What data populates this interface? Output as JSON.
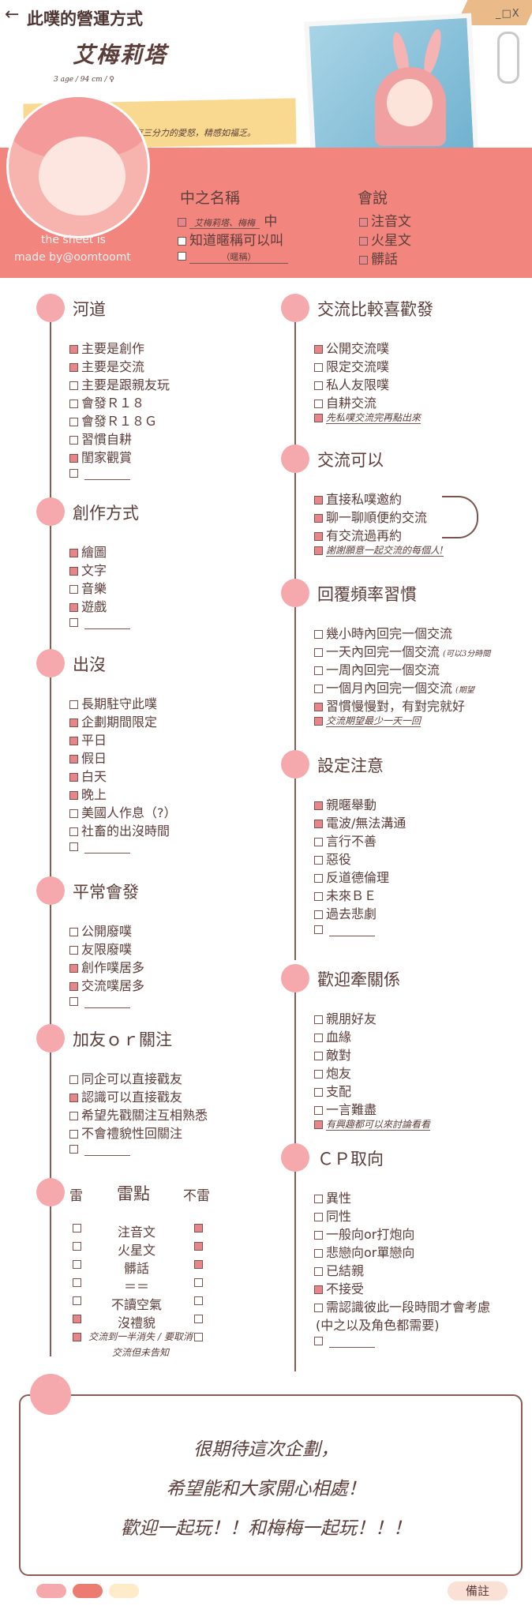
{
  "header": {
    "back": "←",
    "title": "此噗的營運方式",
    "window_controls": "_□X",
    "name": "艾梅莉塔",
    "stats": "3 age  /  94 cm  /  ♀",
    "note": "有三分力的愛怒，精感如福乏。"
  },
  "credit": {
    "line1": "the sheet is",
    "line2": "made by@oomtoomt"
  },
  "naming": {
    "title": "中之名稱",
    "options": [
      {
        "checked": true,
        "text": "艾梅莉塔、梅梅",
        "suffix": "中"
      },
      {
        "checked": false,
        "text": "知道暱稱可以叫"
      },
      {
        "checked": false,
        "text": "（暱稱）"
      }
    ]
  },
  "speech": {
    "title": "會說",
    "options": [
      {
        "checked": true,
        "text": "注音文"
      },
      {
        "checked": true,
        "text": "火星文"
      },
      {
        "checked": true,
        "text": "髒話"
      }
    ]
  },
  "sections_left": [
    {
      "title": "河道",
      "items": [
        {
          "c": true,
          "t": "主要是創作"
        },
        {
          "c": true,
          "t": "主要是交流"
        },
        {
          "c": false,
          "t": "主要是跟親友玩"
        },
        {
          "c": false,
          "t": "會發Ｒ１８"
        },
        {
          "c": false,
          "t": "會發Ｒ１８Ｇ"
        },
        {
          "c": false,
          "t": "習慣自耕"
        },
        {
          "c": true,
          "t": "閨家觀賞"
        },
        {
          "c": false,
          "t": ""
        }
      ]
    },
    {
      "title": "創作方式",
      "items": [
        {
          "c": true,
          "t": "繪圖"
        },
        {
          "c": true,
          "t": "文字"
        },
        {
          "c": false,
          "t": "音樂"
        },
        {
          "c": true,
          "t": "遊戲"
        },
        {
          "c": false,
          "t": ""
        }
      ]
    },
    {
      "title": "出沒",
      "items": [
        {
          "c": false,
          "t": "長期駐守此噗"
        },
        {
          "c": true,
          "t": "企劃期間限定"
        },
        {
          "c": true,
          "t": "平日"
        },
        {
          "c": true,
          "t": "假日"
        },
        {
          "c": true,
          "t": "白天"
        },
        {
          "c": true,
          "t": "晚上"
        },
        {
          "c": false,
          "t": "美國人作息（?）"
        },
        {
          "c": false,
          "t": "社畜的出沒時間"
        },
        {
          "c": false,
          "t": ""
        }
      ]
    },
    {
      "title": "平常會發",
      "items": [
        {
          "c": false,
          "t": "公開廢噗"
        },
        {
          "c": false,
          "t": "友限廢噗"
        },
        {
          "c": true,
          "t": "創作噗居多"
        },
        {
          "c": true,
          "t": "交流噗居多"
        },
        {
          "c": false,
          "t": ""
        }
      ]
    },
    {
      "title": "加友ｏｒ關注",
      "items": [
        {
          "c": false,
          "t": "同企可以直接戳友"
        },
        {
          "c": true,
          "t": "認識可以直接戳友"
        },
        {
          "c": false,
          "t": "希望先戳關注互相熟悉"
        },
        {
          "c": false,
          "t": "不會禮貌性回關注"
        },
        {
          "c": false,
          "t": ""
        }
      ]
    }
  ],
  "thunder": {
    "left_label": "雷",
    "title": "雷點",
    "right_label": "不雷",
    "rows": [
      {
        "l": false,
        "t": "注音文",
        "r": true
      },
      {
        "l": false,
        "t": "火星文",
        "r": true
      },
      {
        "l": false,
        "t": "髒話",
        "r": true
      },
      {
        "l": false,
        "t": "＝＝",
        "r": false
      },
      {
        "l": false,
        "t": "不讀空氣",
        "r": false
      },
      {
        "l": true,
        "t": "沒禮貌",
        "r": false
      },
      {
        "l": true,
        "t": "交流到一半消失 / 要取消交流但未告知",
        "r": false
      }
    ]
  },
  "sections_right": [
    {
      "title": "交流比較喜歡發",
      "items": [
        {
          "c": true,
          "t": "公開交流噗"
        },
        {
          "c": false,
          "t": "限定交流噗"
        },
        {
          "c": false,
          "t": "私人友限噗"
        },
        {
          "c": false,
          "t": "自耕交流"
        },
        {
          "c": true,
          "t": "先私噗交流完再點出來",
          "hand": true
        }
      ]
    },
    {
      "title": "交流可以",
      "items": [
        {
          "c": true,
          "t": "直接私噗邀約"
        },
        {
          "c": true,
          "t": "聊一聊順便約交流"
        },
        {
          "c": true,
          "t": "有交流過再約"
        },
        {
          "c": true,
          "t": "謝謝願意一起交流的每個人!",
          "hand": true
        }
      ]
    },
    {
      "title": "回覆頻率習慣",
      "items": [
        {
          "c": false,
          "t": "幾小時內回完一個交流"
        },
        {
          "c": false,
          "t": "一天內回完一個交流",
          "note": "(可以3分時間"
        },
        {
          "c": false,
          "t": "一周內回完一個交流"
        },
        {
          "c": false,
          "t": "一個月內回完一個交流",
          "note": "(期望"
        },
        {
          "c": true,
          "t": "習慣慢慢對，有對完就好"
        },
        {
          "c": true,
          "t": "交流期望最少一天一回",
          "hand": true
        }
      ]
    },
    {
      "title": "設定注意",
      "items": [
        {
          "c": true,
          "t": "親暱舉動"
        },
        {
          "c": true,
          "t": "電波/無法溝通"
        },
        {
          "c": false,
          "t": "言行不善"
        },
        {
          "c": false,
          "t": "惡役"
        },
        {
          "c": false,
          "t": "反道德倫理"
        },
        {
          "c": false,
          "t": "未來ＢＥ"
        },
        {
          "c": false,
          "t": "過去悲劇"
        },
        {
          "c": false,
          "t": ""
        }
      ]
    },
    {
      "title": "歡迎牽關係",
      "items": [
        {
          "c": false,
          "t": "親朋好友"
        },
        {
          "c": false,
          "t": "血緣"
        },
        {
          "c": false,
          "t": "敵對"
        },
        {
          "c": false,
          "t": "炮友"
        },
        {
          "c": false,
          "t": "支配"
        },
        {
          "c": false,
          "t": "一言難盡"
        },
        {
          "c": true,
          "t": "有興趣都可以來討論看看",
          "hand": true
        }
      ]
    },
    {
      "title": "ＣＰ取向",
      "items": [
        {
          "c": false,
          "t": "異性"
        },
        {
          "c": false,
          "t": "同性"
        },
        {
          "c": false,
          "t": "一般向or打炮向"
        },
        {
          "c": false,
          "t": "悲戀向or單戀向"
        },
        {
          "c": false,
          "t": "已結親"
        },
        {
          "c": true,
          "t": "不接受"
        },
        {
          "c": false,
          "t": "需認識彼此一段時間才會考慮"
        },
        {
          "c": false,
          "t": "(中之以及角色都需要)",
          "nobox": true
        },
        {
          "c": false,
          "t": ""
        }
      ]
    }
  ],
  "remarks": {
    "line1": "很期待這次企劃，",
    "line2": "希望能和大家開心相處！",
    "line3": "歡迎一起玩！！和梅梅一起玩！！！",
    "button": "備註"
  },
  "colors": {
    "pink": "#f2857e",
    "light_pink": "#f6a9ad",
    "brown": "#5b3d3a",
    "check": "#e7868a",
    "yellow": "#f8d98f"
  }
}
